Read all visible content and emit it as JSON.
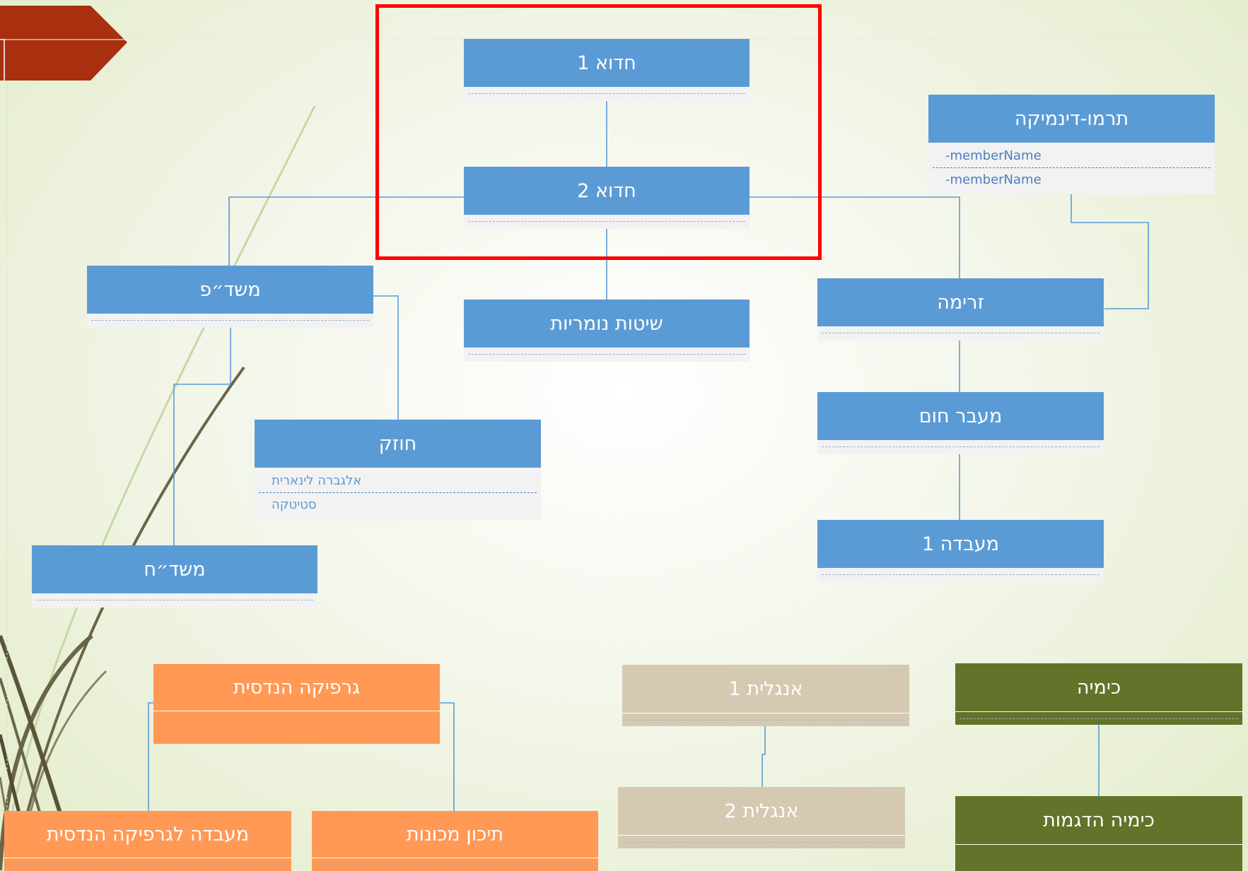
{
  "colors": {
    "blue": "#5b9bd5",
    "orange": "#ff9955",
    "tan": "#d6c9b1",
    "olive": "#617429",
    "highlight": "#ff0000",
    "connector": "#5b9bd5",
    "tab": "#a8300f"
  },
  "nodes": {
    "hedva1": {
      "title": "חדוא 1"
    },
    "hedva2": {
      "title": "חדוא 2"
    },
    "thermo": {
      "title": "תרמו-דינמיקה",
      "members": [
        "-memberName",
        "-memberName"
      ]
    },
    "mashdap": {
      "title": "משד״פ"
    },
    "numeric": {
      "title": "שיטות נומריות"
    },
    "flow": {
      "title": "זרימה"
    },
    "heat": {
      "title": "מעבר חום"
    },
    "strength": {
      "title": "חוזק",
      "members": [
        "אלגברה לינארית",
        "סטיטקה"
      ]
    },
    "lab1": {
      "title": "מעבדה 1"
    },
    "mashdach": {
      "title": "משד״ח"
    },
    "graphics": {
      "title": "גרפיקה הנדסית"
    },
    "english1": {
      "title": "אנגלית 1"
    },
    "chem": {
      "title": "כימיה"
    },
    "english2": {
      "title": "אנגלית 2"
    },
    "gfxlab": {
      "title": "מעבדה לגרפיקה הנדסית"
    },
    "machine": {
      "title": "תיכון מכונות"
    },
    "chemdemo": {
      "title": "כימיה הדגמות"
    }
  }
}
